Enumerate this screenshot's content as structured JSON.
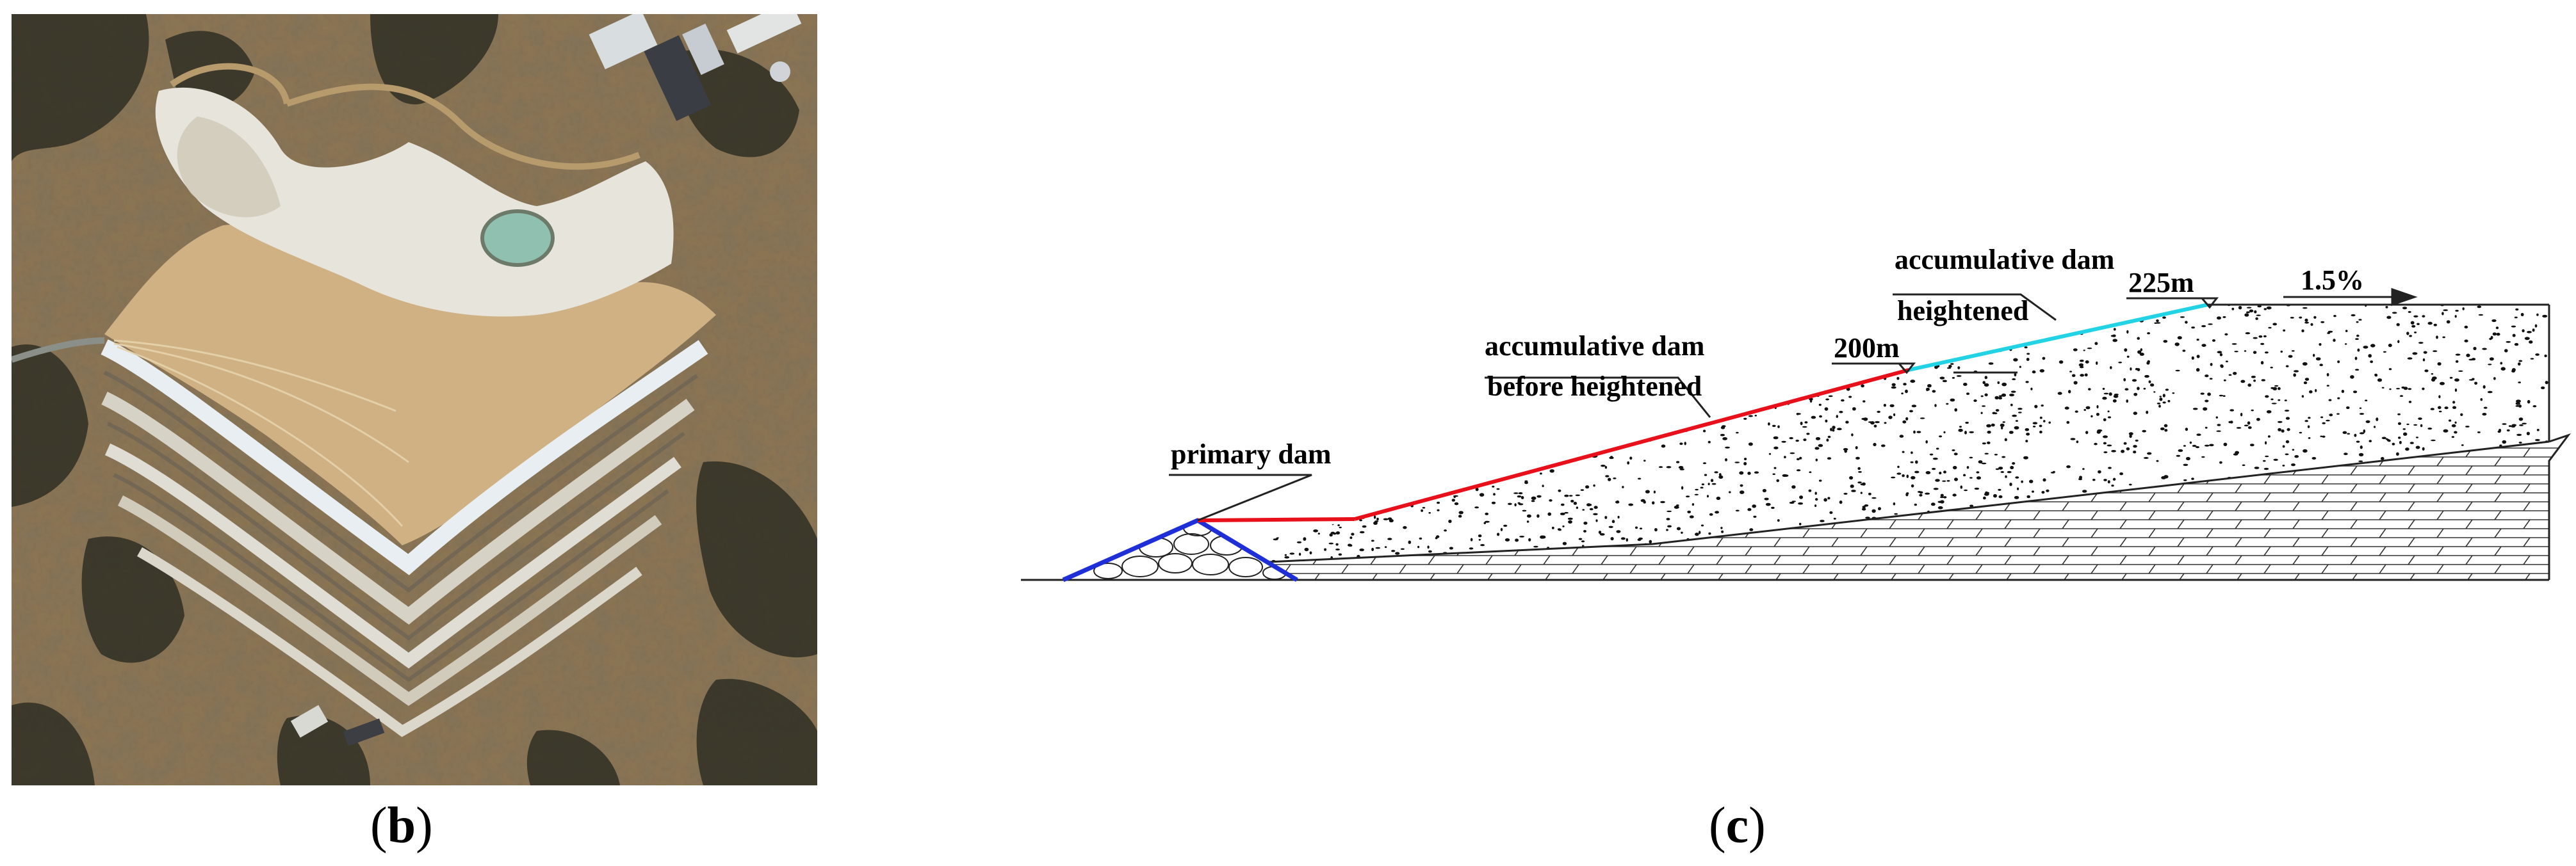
{
  "panels": {
    "b": {
      "open": "(",
      "letter": "b",
      "close": ")"
    },
    "c": {
      "open": "(",
      "letter": "c",
      "close": ")"
    }
  },
  "section": {
    "primary_dam": "primary dam",
    "acc_before_line1": "accumulative dam",
    "acc_before_line2": "before heightened",
    "acc_heightened_line1": "accumulative dam",
    "acc_heightened_line2": "heightened",
    "elev_200": "200m",
    "elev_225": "225m",
    "slope": "1.5%"
  },
  "colors": {
    "before_heightened": "#e8101a",
    "heightened": "#22d3e6",
    "primary_dam": "#1e2fd8",
    "tailings_dots": "#111111"
  }
}
